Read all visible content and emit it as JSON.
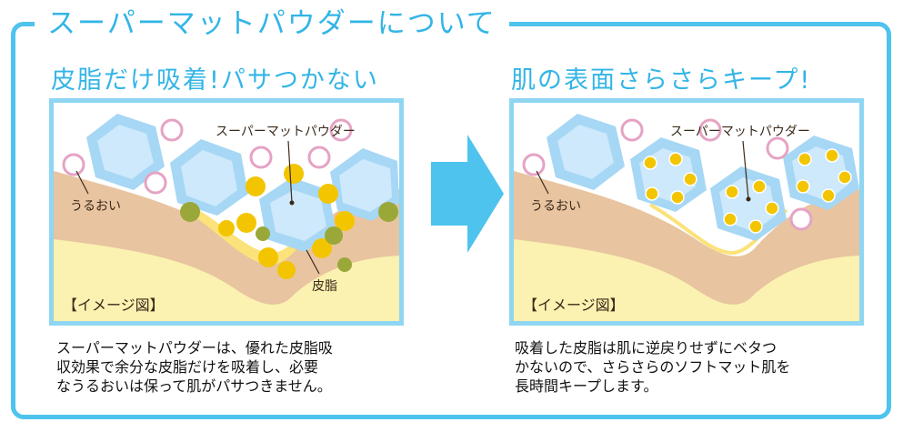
{
  "title": "スーパーマットパウダーについて",
  "left": {
    "heading": "皮脂だけ吸着!パサつかない",
    "labels": {
      "powder": "スーパーマットパウダー",
      "moisture": "うるおい",
      "sebum": "皮脂",
      "image_tag": "【イメージ図】"
    },
    "caption": "スーパーマットパウダーは、優れた皮脂吸\n収効果で余分な皮脂だけを吸着し、必要\nなうるおいは保って肌がパサつきません。"
  },
  "right": {
    "heading": "肌の表面さらさらキープ!",
    "labels": {
      "powder": "スーパーマットパウダー",
      "moisture": "うるおい",
      "image_tag": "【イメージ図】"
    },
    "caption": "吸着した皮脂は肌に逆戻りせずにベタつ\nかないので、さらさらのソフトマット肌を\n長時間キープします。"
  },
  "colors": {
    "frame": "#4ec3ee",
    "heading": "#33b5e6",
    "panel_border": "#8fd6f2",
    "skin": "#e8c4a0",
    "skin_base": "#fbf1b0",
    "hexagon_outer": "#a6d7f5",
    "hexagon_inner": "#cde9fb",
    "moisture_ring": "#e5a3c4",
    "sebum": "#f3c500",
    "arrow": "#4ec3ee"
  }
}
